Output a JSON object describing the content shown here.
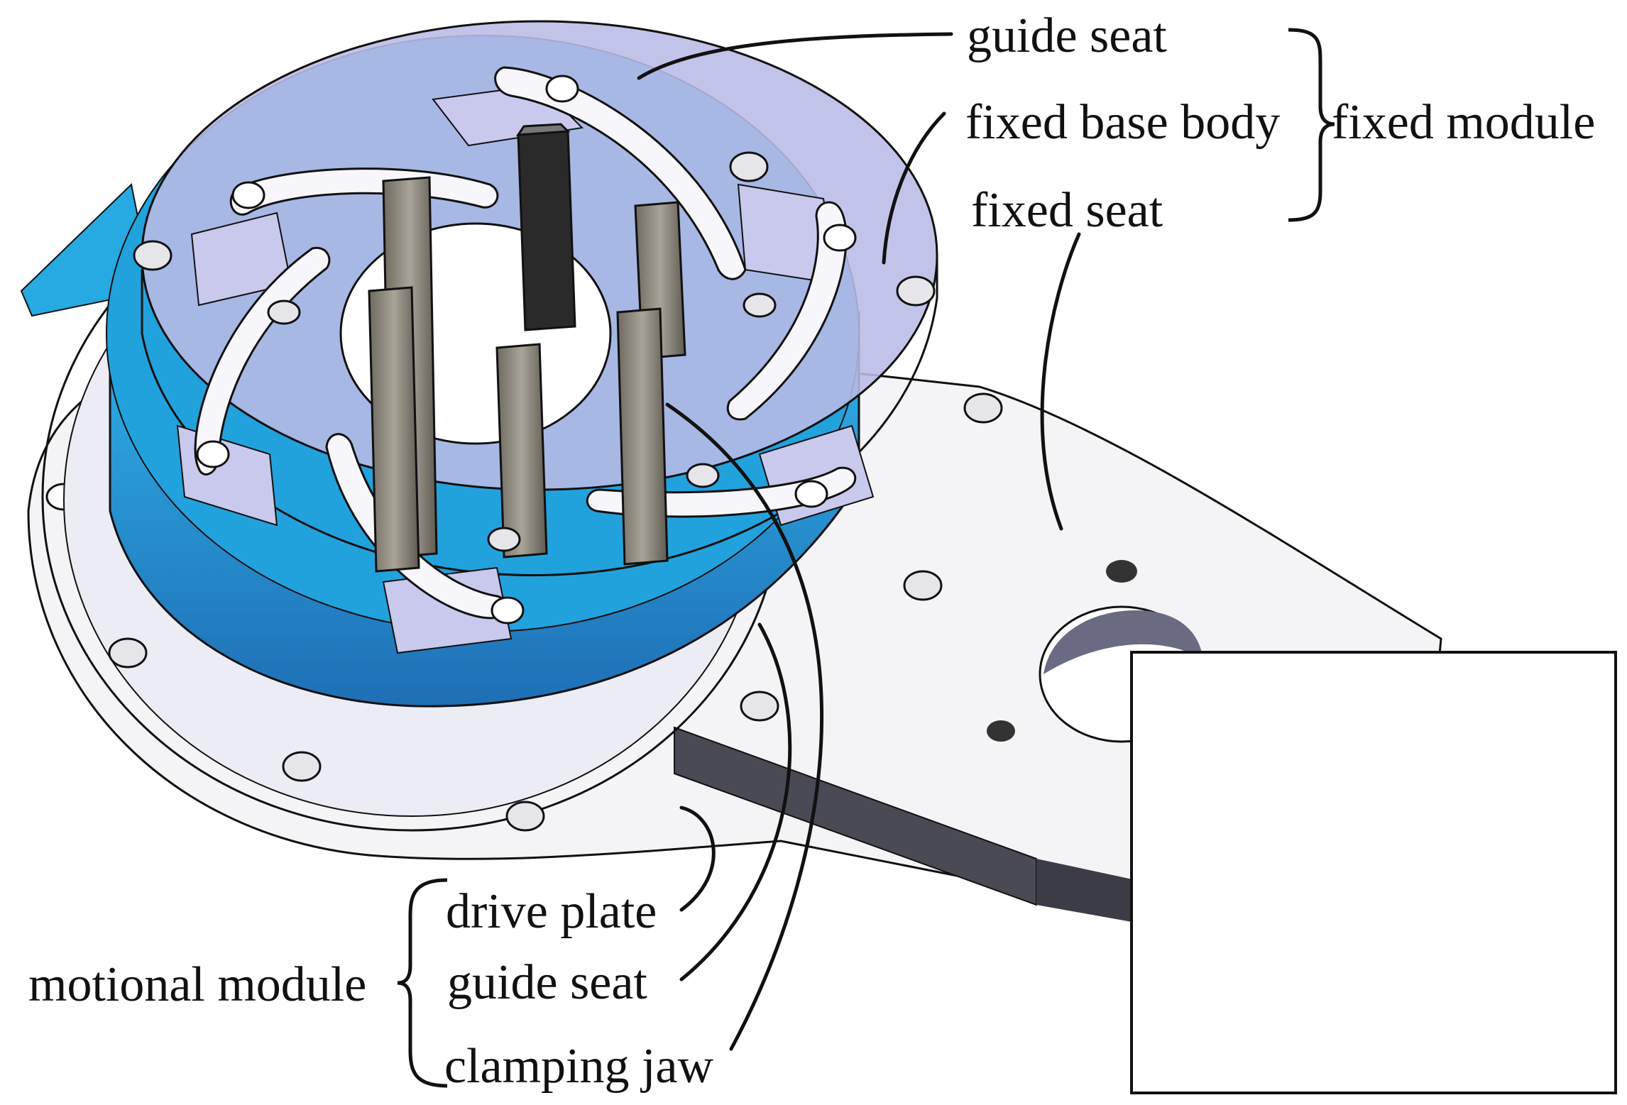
{
  "colors": {
    "cyan": "#1aa3e0",
    "deep_blue": "#1f7fc4",
    "lavender": "#c8c9ec",
    "transparent_top": "#b9bbe6",
    "steel": "#8a8578",
    "dark_steel": "#2a2a2a",
    "plate": "#f4f4f6",
    "line": "#111111"
  },
  "labels": {
    "fixed_guide_seat": "guide seat",
    "fixed_base_body": "fixed base body",
    "fixed_seat": "fixed seat",
    "fixed_module": "fixed module",
    "drive_plate": "drive plate",
    "motional_guide_seat": "guide seat",
    "clamping_jaw": "clamping jaw",
    "motional_module": "motional module"
  },
  "inset": {
    "icon": "assembled-gripper-icon"
  }
}
